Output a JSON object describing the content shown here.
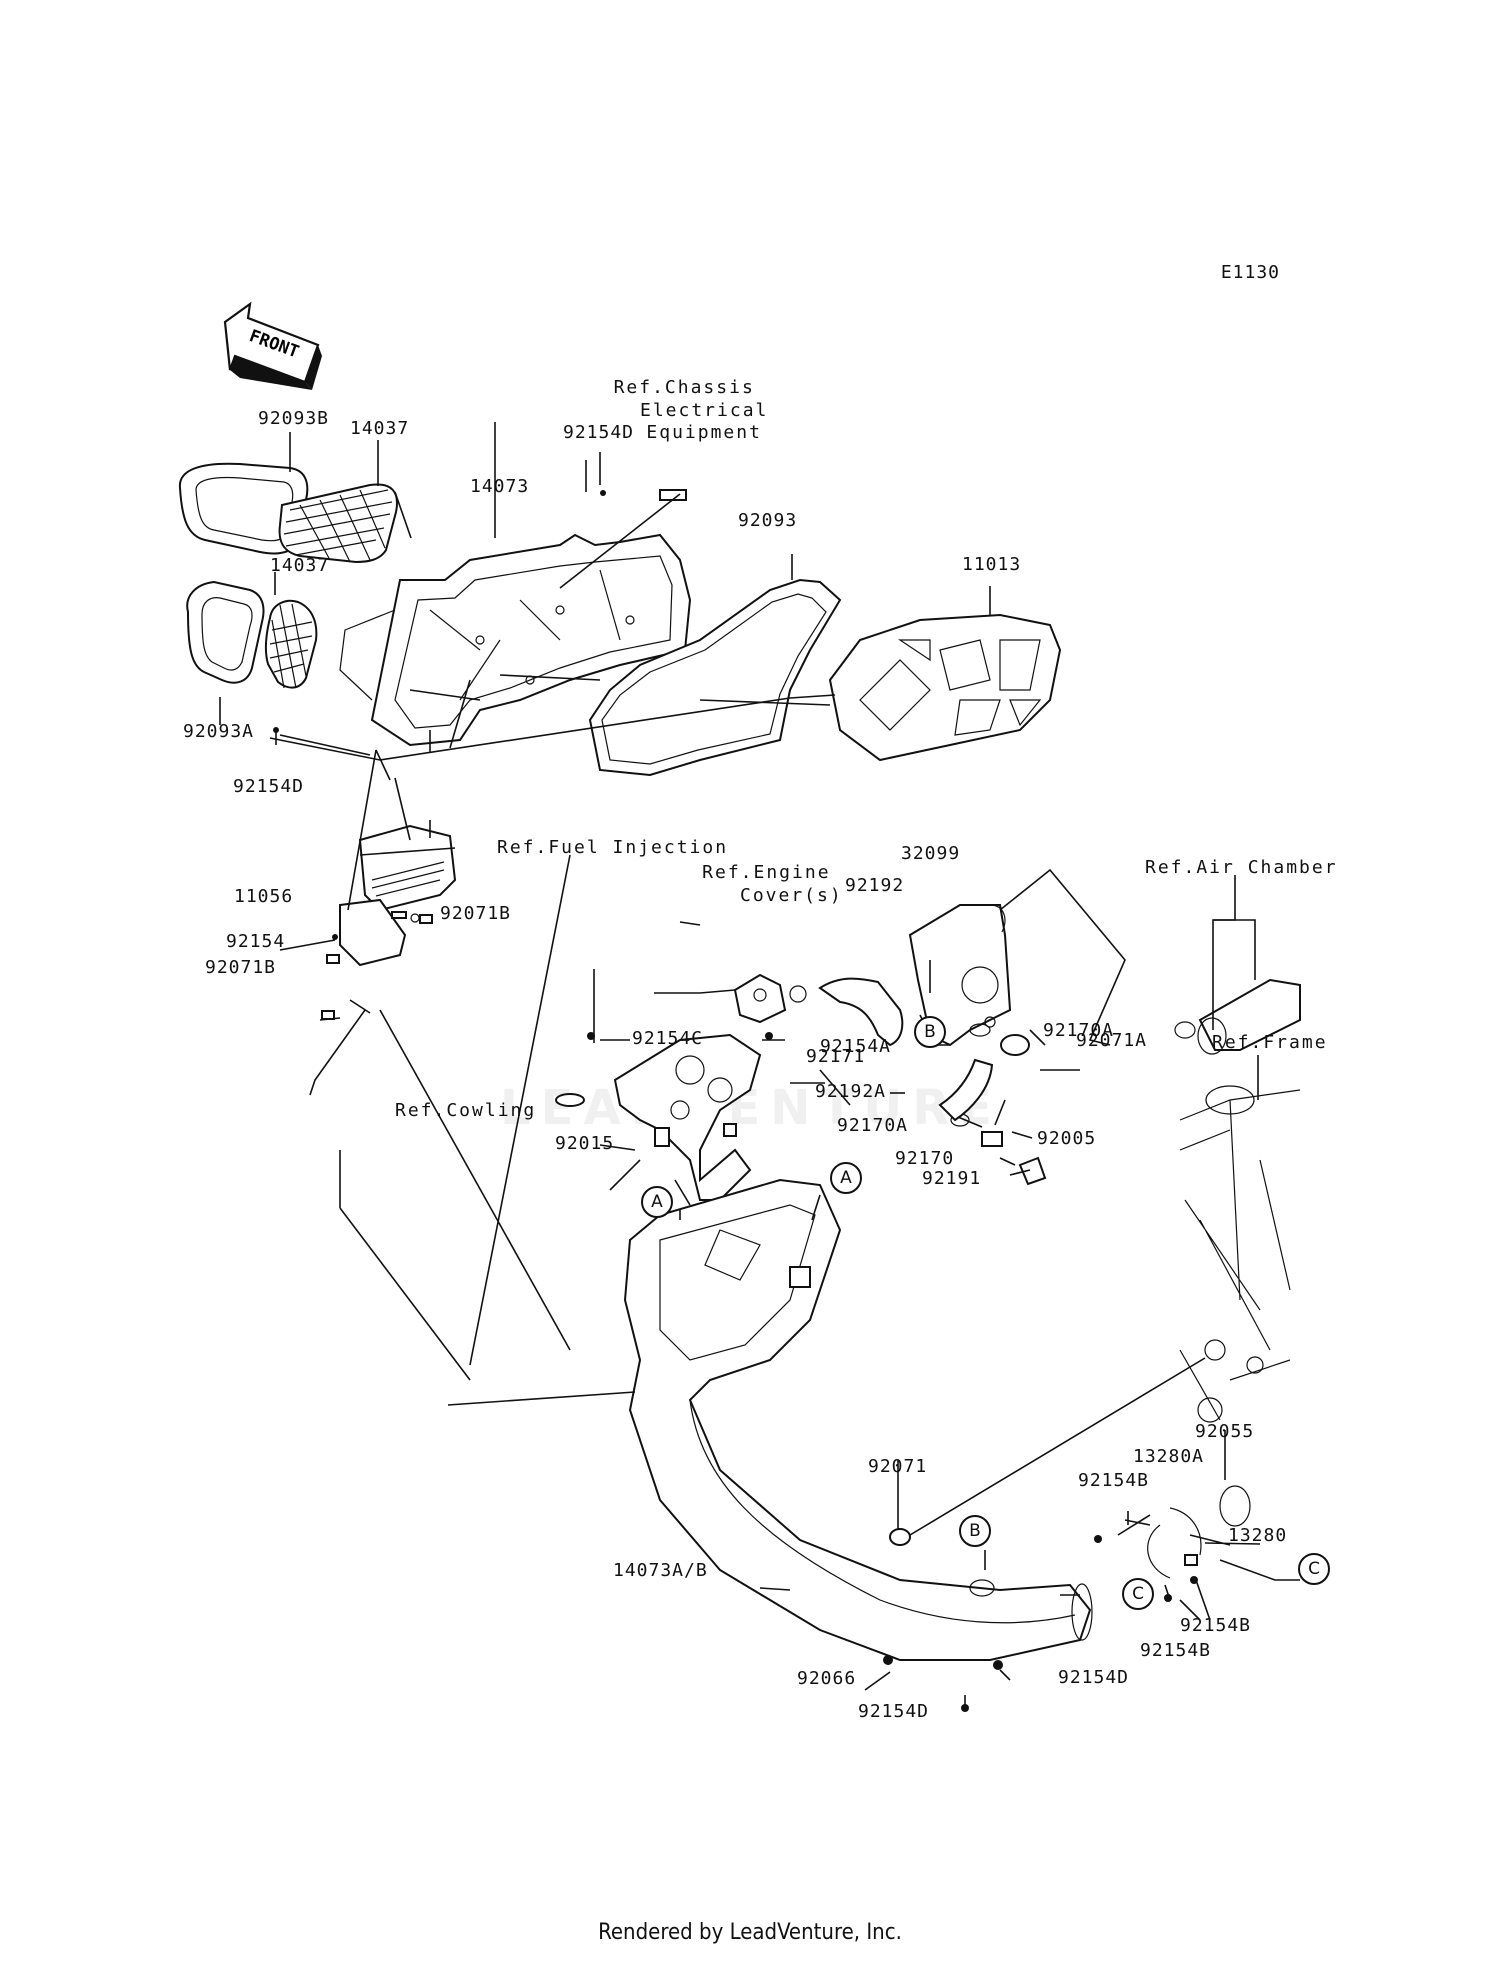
{
  "diagram": {
    "code": "E1130",
    "front_label": "FRONT",
    "footer": "Rendered by LeadVenture, Inc.",
    "watermark": "LEADVENTURE",
    "refs": {
      "chassis": [
        "Ref.Chassis",
        "Electrical",
        "Equipment"
      ],
      "fuel": "Ref.Fuel Injection",
      "engine": [
        "Ref.Engine",
        "Cover(s)"
      ],
      "air": "Ref.Air Chamber",
      "frame": "Ref.Frame",
      "cowling": "Ref.Cowling"
    },
    "labels": {
      "p92093B": "92093B",
      "p14037a": "14037",
      "p14037b": "14037",
      "p14073": "14073",
      "p92154Da": "92154D",
      "p92093": "92093",
      "p11013": "11013",
      "p92093A": "92093A",
      "p92154Db": "92154D",
      "p11056": "11056",
      "p92154": "92154",
      "p92071Ba": "92071B",
      "p92071Bb": "92071B",
      "p32099": "32099",
      "p92192": "92192",
      "p92154C": "92154C",
      "p92171": "92171",
      "p92071A": "92071A",
      "p92170Aa": "92170A",
      "p92154A": "92154A",
      "p92192A": "92192A",
      "p92170Ab": "92170A",
      "p92005": "92005",
      "p92170": "92170",
      "p92191": "92191",
      "p92015": "92015",
      "p92055": "92055",
      "p13280A": "13280A",
      "p92154Ba": "92154B",
      "p92071": "92071",
      "p13280": "13280",
      "p14073AB": "14073A/B",
      "p92154Bb": "92154B",
      "p92154Bc": "92154B",
      "p92066": "92066",
      "p92154Dc": "92154D",
      "p92154Dd": "92154D"
    },
    "circles": {
      "A": "A",
      "B": "B",
      "C": "C"
    }
  }
}
